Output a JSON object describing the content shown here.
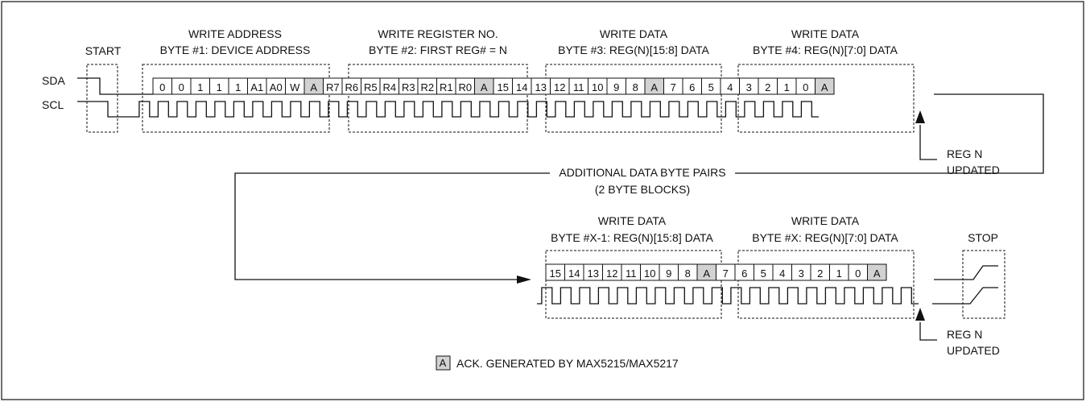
{
  "signals": {
    "sda": "SDA",
    "scl": "SCL"
  },
  "markers": {
    "start": "START",
    "stop": "STOP",
    "ack": "A",
    "reg_updated": [
      "REG N",
      "UPDATED"
    ]
  },
  "bytes": {
    "byte1": {
      "title": [
        "WRITE ADDRESS",
        "BYTE #1: DEVICE ADDRESS"
      ],
      "bits": [
        "0",
        "0",
        "1",
        "1",
        "1",
        "A1",
        "A0",
        "W"
      ]
    },
    "byte2": {
      "title": [
        "WRITE REGISTER NO.",
        "BYTE #2: FIRST REG# = N"
      ],
      "bits": [
        "R7",
        "R6",
        "R5",
        "R4",
        "R3",
        "R2",
        "R1",
        "R0"
      ]
    },
    "byte3": {
      "title": [
        "WRITE DATA",
        "BYTE #3: REG(N)[15:8] DATA"
      ],
      "bits": [
        "15",
        "14",
        "13",
        "12",
        "11",
        "10",
        "9",
        "8"
      ]
    },
    "byte4": {
      "title": [
        "WRITE DATA",
        "BYTE #4: REG(N)[7:0] DATA"
      ],
      "bits": [
        "7",
        "6",
        "5",
        "4",
        "3",
        "2",
        "1",
        "0"
      ]
    },
    "byteX1": {
      "title": [
        "WRITE DATA",
        "BYTE #X-1: REG(N)[15:8] DATA"
      ],
      "bits": [
        "15",
        "14",
        "13",
        "12",
        "11",
        "10",
        "9",
        "8"
      ]
    },
    "byteX": {
      "title": [
        "WRITE DATA",
        "BYTE #X: REG(N)[7:0] DATA"
      ],
      "bits": [
        "7",
        "6",
        "5",
        "4",
        "3",
        "2",
        "1",
        "0"
      ]
    }
  },
  "additional": [
    "ADDITIONAL DATA BYTE PAIRS",
    "(2 BYTE BLOCKS)"
  ],
  "legend": {
    "symbol": "A",
    "text": "ACK. GENERATED BY MAX5215/MAX5217"
  }
}
